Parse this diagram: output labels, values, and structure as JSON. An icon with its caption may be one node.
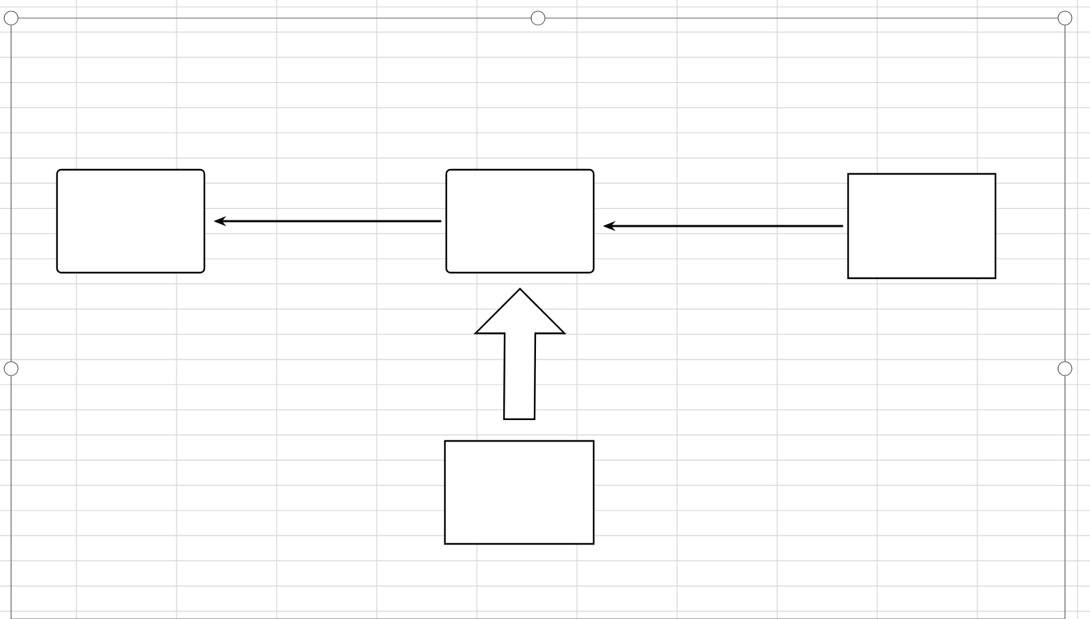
{
  "diagram": {
    "nodes": [
      {
        "text": [],
        "shape": "box"
      },
      {
        "text": [],
        "shape": "box"
      },
      {
        "text": [],
        "shape": "box"
      },
      {
        "text": [],
        "shape": "box"
      }
    ],
    "edges": [
      {
        "from": 2,
        "to": 1,
        "arrow": "to"
      },
      {
        "from": 1,
        "to": 0,
        "arrow": "to"
      },
      {
        "from": 3,
        "to": 1,
        "arrow": "to",
        "style": "thick"
      }
    ]
  }
}
